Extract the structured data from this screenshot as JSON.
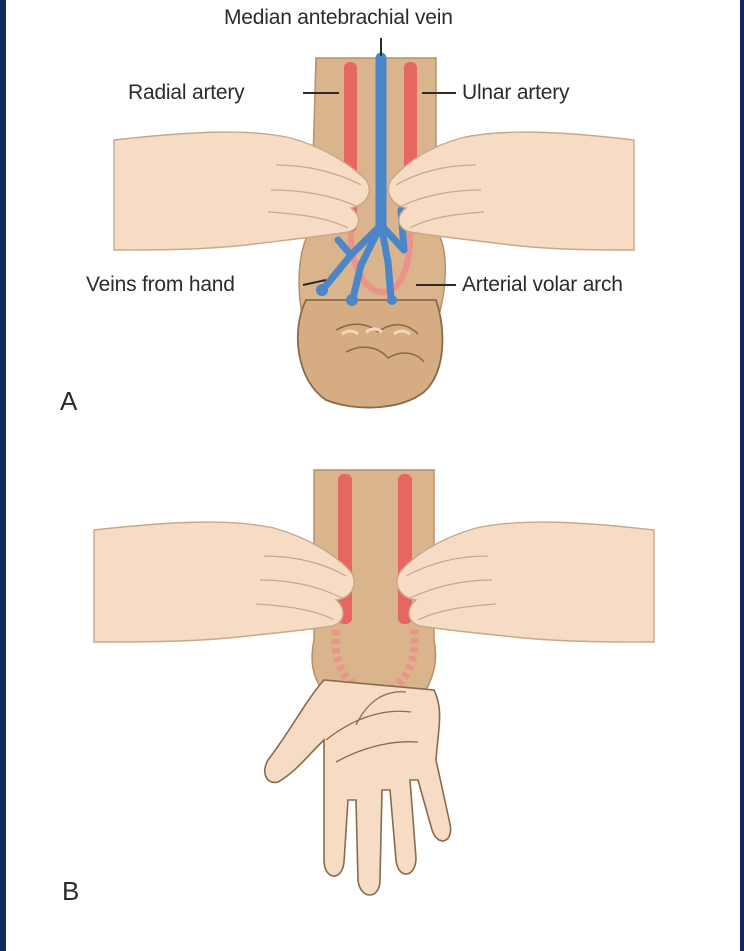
{
  "panel_a": {
    "letter": "A",
    "labels": {
      "median_vein": "Median antebrachial vein",
      "radial_artery": "Radial artery",
      "ulnar_artery": "Ulnar artery",
      "veins_from_hand": "Veins from hand",
      "volar_arch": "Arterial volar arch"
    }
  },
  "panel_b": {
    "letter": "B"
  },
  "colors": {
    "background_border": "#0d2a5c",
    "skin_light": "#f6dcc4",
    "skin_tan": "#d9b48c",
    "artery": "#e8585a",
    "vein": "#4a86c8",
    "outline": "#8a6a4c",
    "label_text": "#2b2b2b"
  }
}
